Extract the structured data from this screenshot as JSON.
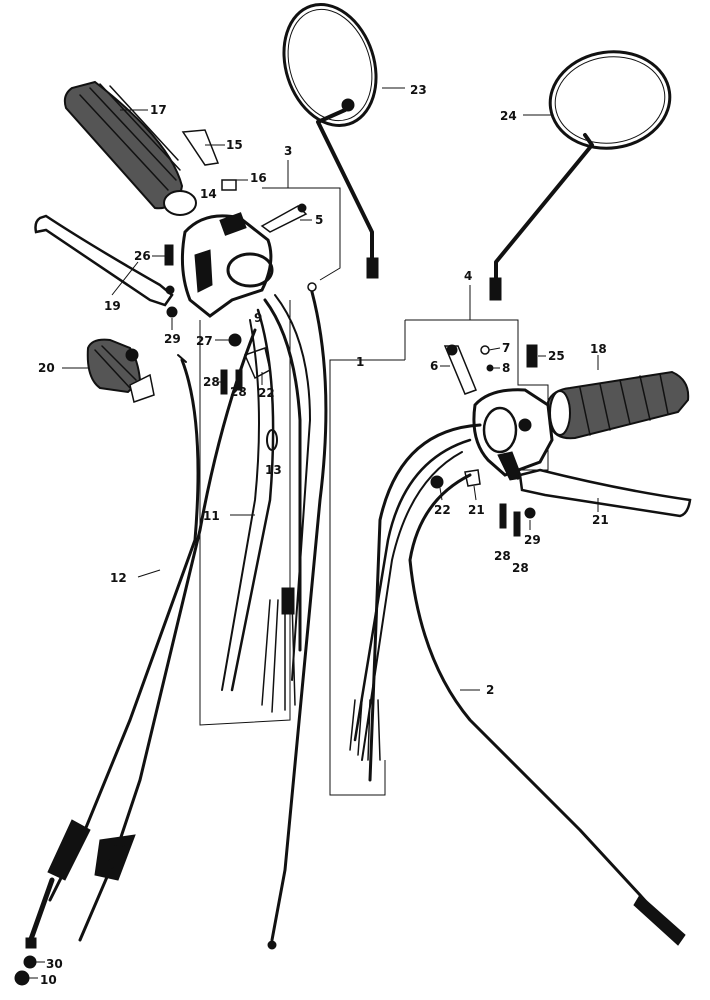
{
  "parts": {
    "p1": "1",
    "p2": "2",
    "p3": "3",
    "p4": "4",
    "p5": "5",
    "p6": "6",
    "p7": "7",
    "p8": "8",
    "p9": "9",
    "p10": "10",
    "p11": "11",
    "p12": "12",
    "p13": "13",
    "p14": "14",
    "p15": "15",
    "p16": "16",
    "p17": "17",
    "p18": "18",
    "p19": "19",
    "p20": "20",
    "p21a": "21",
    "p21b": "21",
    "p22a": "22",
    "p22b": "22",
    "p23": "23",
    "p24": "24",
    "p25": "25",
    "p26": "26",
    "p27": "27",
    "p28a": "28",
    "p28b": "28",
    "p28c": "28",
    "p28d": "28",
    "p29a": "29",
    "p29b": "29",
    "p30": "30"
  }
}
